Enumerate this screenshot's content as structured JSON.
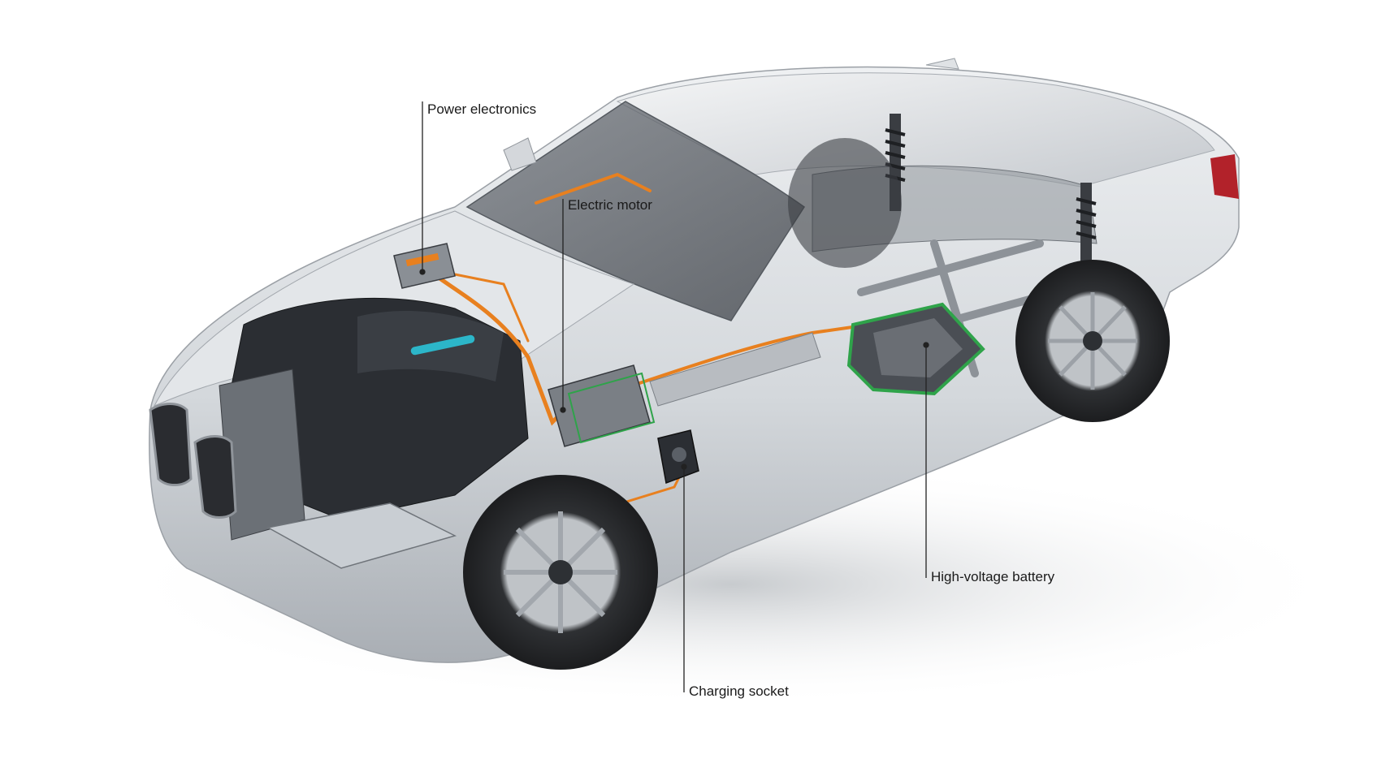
{
  "callouts": {
    "power_electronics": "Power electronics",
    "electric_motor": "Electric motor",
    "high_voltage_battery": "High-voltage battery",
    "charging_socket": "Charging socket"
  },
  "colors": {
    "background": "#ffffff",
    "body_silver": "#d9dcdf",
    "hv_cable_orange": "#e8801f",
    "battery_outline_green": "#2fa34a",
    "engine_dark": "#2b2e33",
    "callout_line": "#222222"
  }
}
